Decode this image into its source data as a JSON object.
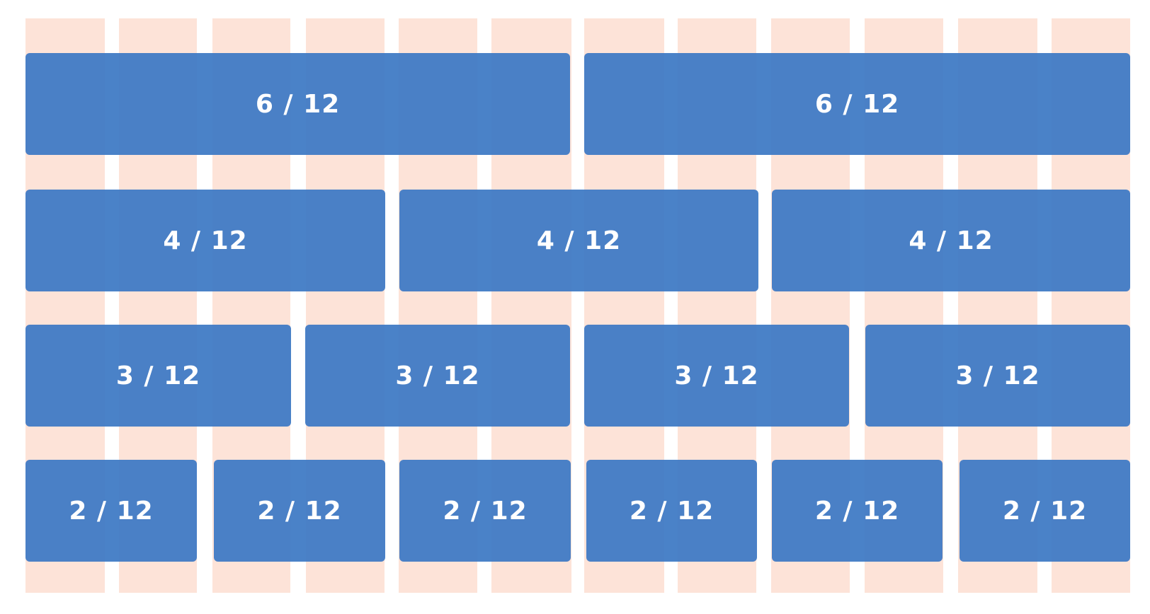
{
  "colors": {
    "column_background": "#fde3d8",
    "block_background": "#3c78c4",
    "block_text": "#ffffff"
  },
  "grid": {
    "column_count": 12
  },
  "rows": [
    {
      "blocks": [
        {
          "label": "6 / 12"
        },
        {
          "label": "6 / 12"
        }
      ]
    },
    {
      "blocks": [
        {
          "label": "4 / 12"
        },
        {
          "label": "4 / 12"
        },
        {
          "label": "4 / 12"
        }
      ]
    },
    {
      "blocks": [
        {
          "label": "3 / 12"
        },
        {
          "label": "3 / 12"
        },
        {
          "label": "3 / 12"
        },
        {
          "label": "3 / 12"
        }
      ]
    },
    {
      "blocks": [
        {
          "label": "2 / 12"
        },
        {
          "label": "2 / 12"
        },
        {
          "label": "2 / 12"
        },
        {
          "label": "2 / 12"
        },
        {
          "label": "2 / 12"
        },
        {
          "label": "2 / 12"
        }
      ]
    }
  ]
}
